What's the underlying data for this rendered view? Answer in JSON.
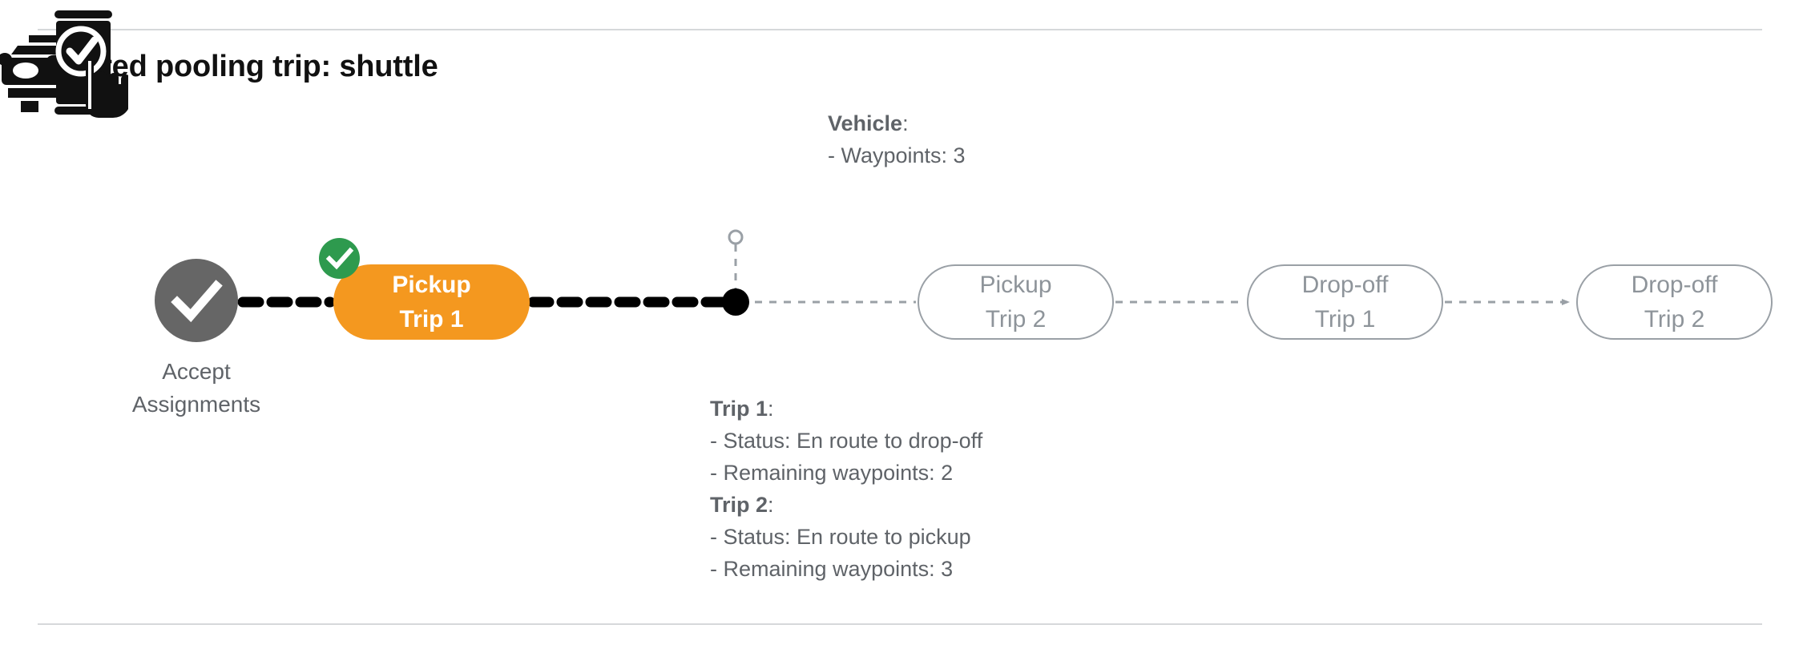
{
  "header": {
    "title": "Shared pooling trip: shuttle"
  },
  "flow": {
    "start_node": {
      "icon": "check-circle-icon",
      "label_line1": "Accept",
      "label_line2": "Assignments",
      "color": "#666666"
    },
    "active_node": {
      "line1": "Pickup",
      "line2": "Trip 1",
      "color": "#F4981F",
      "badge_icon": "check-badge-icon",
      "badge_color": "#2E9A4E",
      "completed": true
    },
    "upcoming_nodes": [
      {
        "line1": "Pickup",
        "line2": "Trip 2"
      },
      {
        "line1": "Drop-off",
        "line2": "Trip 1"
      },
      {
        "line1": "Drop-off",
        "line2": "Trip 2"
      }
    ],
    "vehicle_marker": {
      "icon": "vehicle-phone-check-icon",
      "connector_icon": "hollow-circle-icon"
    },
    "colors": {
      "completed_path": "#000000",
      "upcoming_path": "#9aa0a6",
      "ghost_border": "#9aa0a6",
      "ghost_text": "#8e949a",
      "divider": "#d6d8da"
    }
  },
  "annotations": {
    "vehicle": {
      "heading": "Vehicle",
      "heading_suffix": ":",
      "lines": [
        "- Waypoints: 3"
      ]
    },
    "trips": [
      {
        "heading": "Trip 1",
        "heading_suffix": ":",
        "status_line": "- Status:  En route to drop-off",
        "waypoints_line": "- Remaining waypoints: 2"
      },
      {
        "heading": "Trip 2",
        "heading_suffix": ":",
        "status_line": "- Status:  En route to pickup",
        "waypoints_line": "- Remaining waypoints: 3"
      }
    ]
  }
}
